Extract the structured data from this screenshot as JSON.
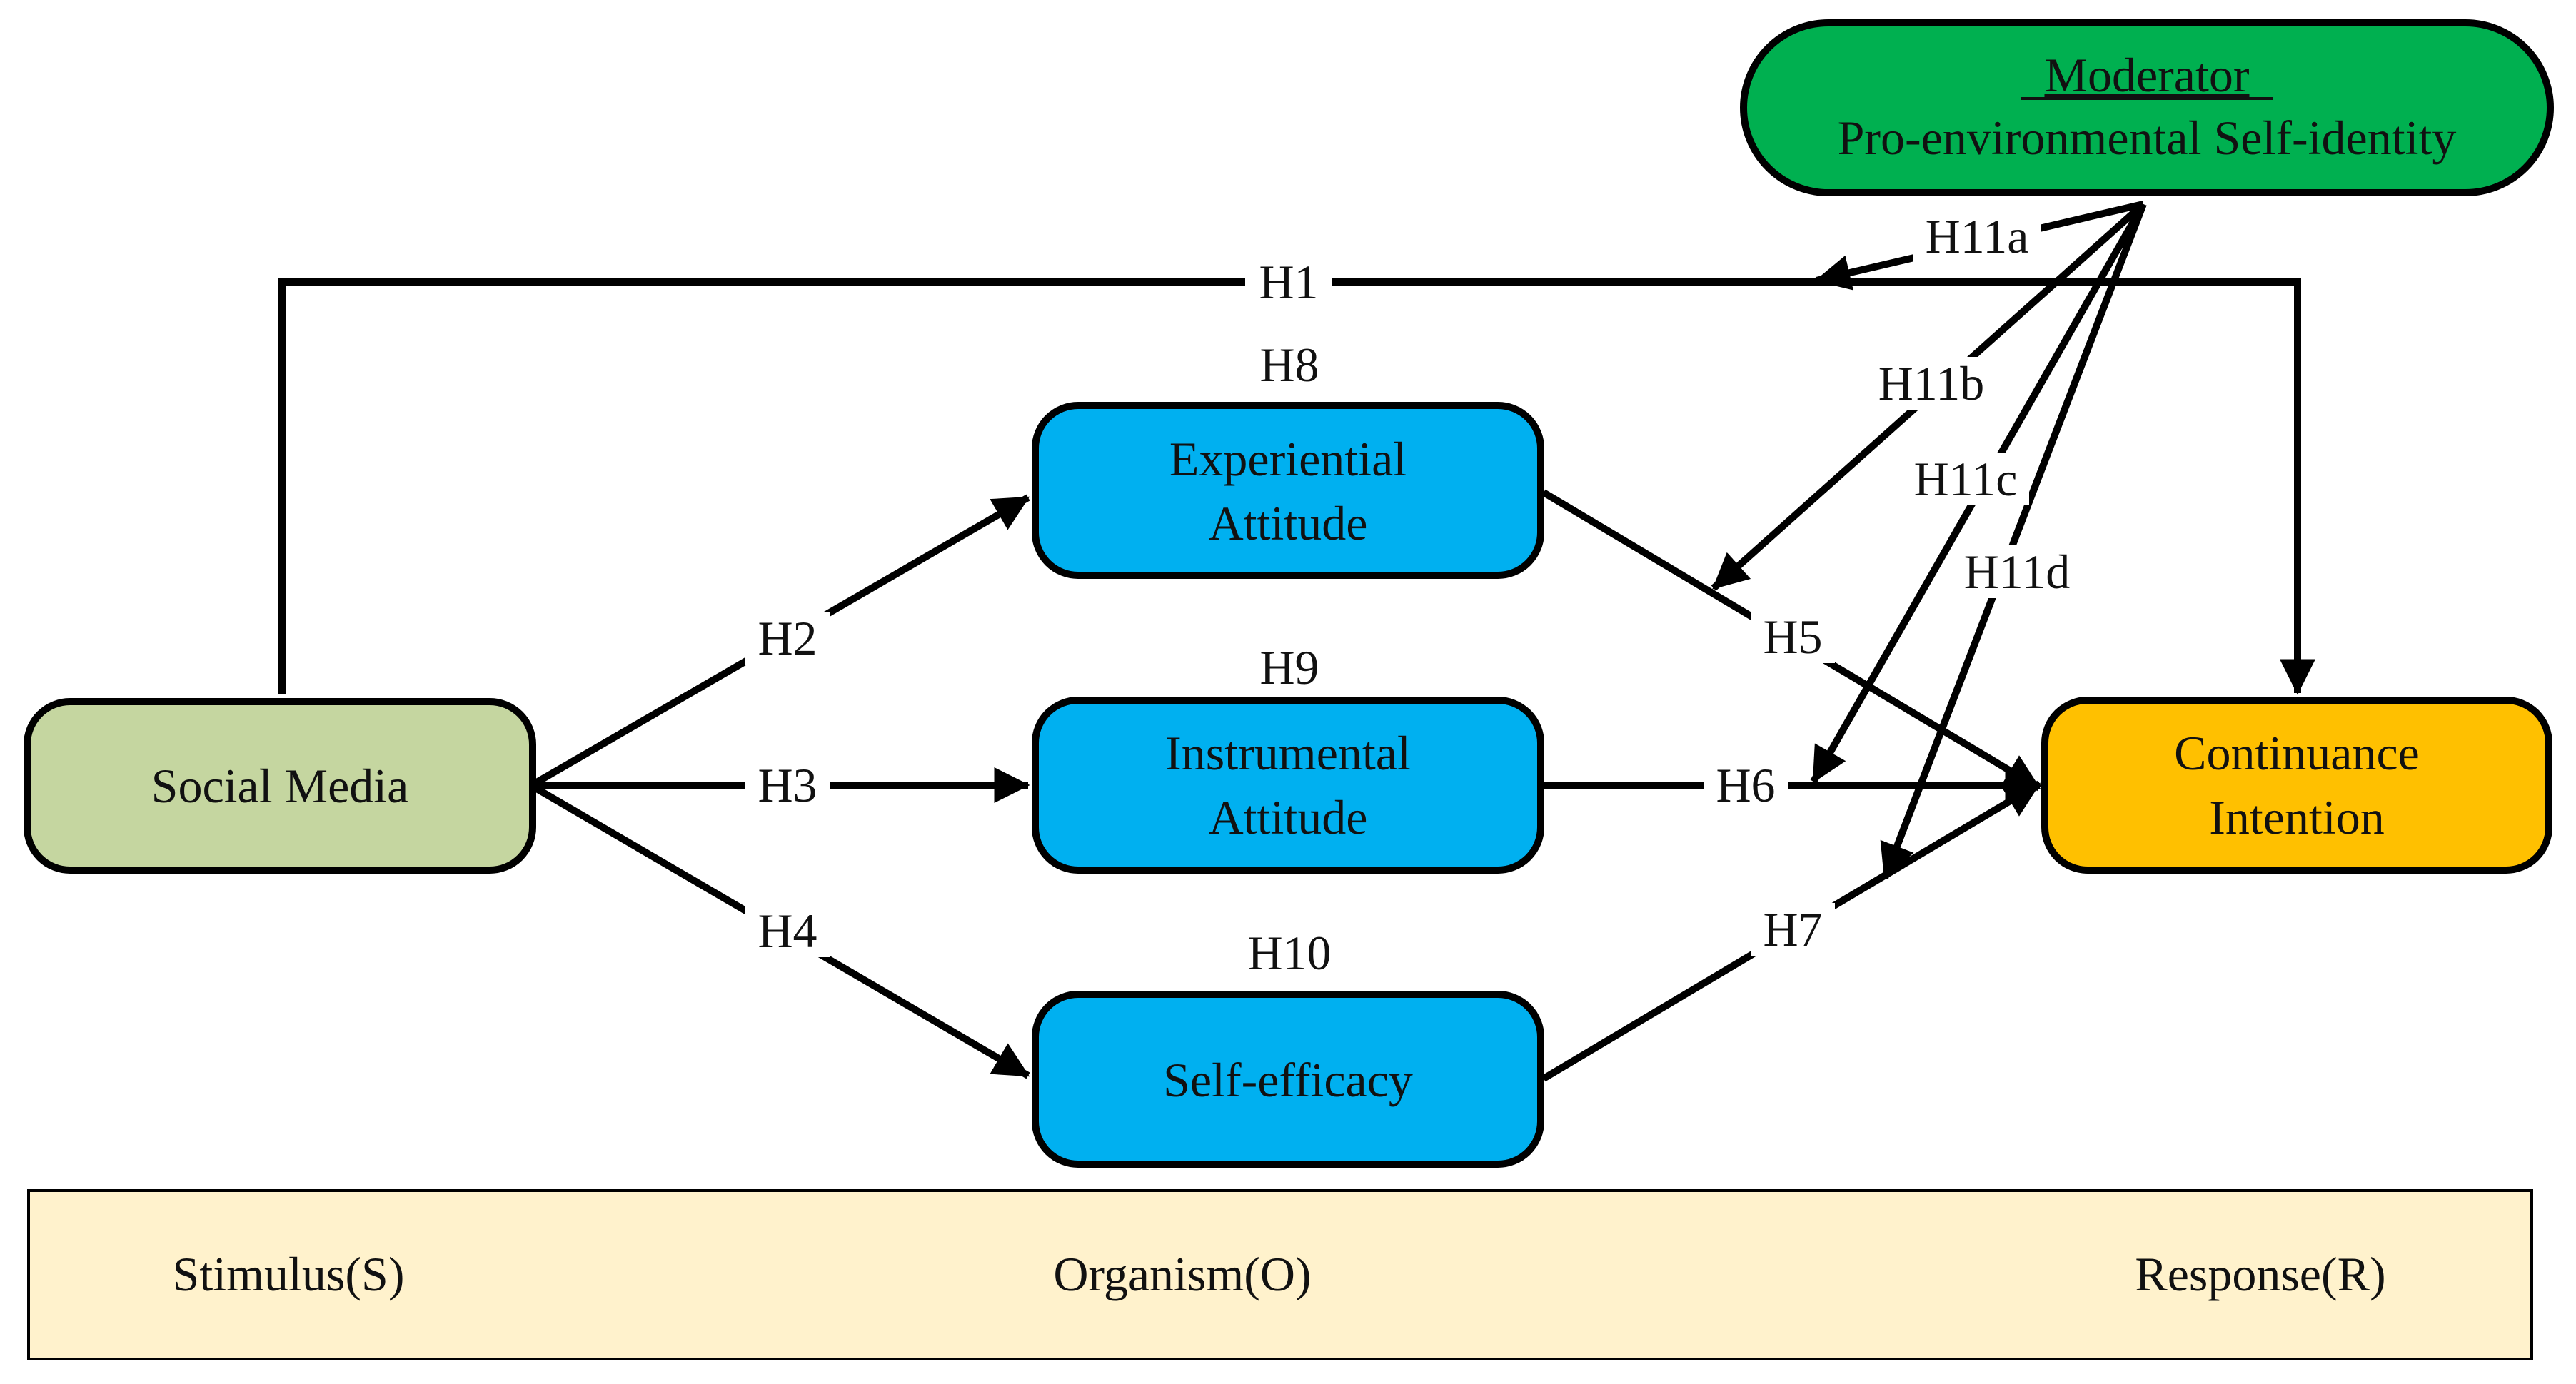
{
  "colors": {
    "stimulus_fill": "#c5d6a0",
    "organism_fill": "#00b0f0",
    "response_fill": "#ffc000",
    "moderator_fill": "#00b050",
    "band_fill": "#fff2cc",
    "line": "#000000"
  },
  "nodes": {
    "moderator": {
      "title": "Moderator",
      "label": "Pro-environmental Self-identity"
    },
    "social_media": {
      "label": "Social Media"
    },
    "experiential_attitude": {
      "line1": "Experiential",
      "line2": "Attitude",
      "hypothesis": "H8"
    },
    "instrumental_attitude": {
      "line1": "Instrumental",
      "line2": "Attitude",
      "hypothesis": "H9"
    },
    "self_efficacy": {
      "label": "Self-efficacy",
      "hypothesis": "H10"
    },
    "continuance_intention": {
      "line1": "Continuance",
      "line2": "Intention"
    }
  },
  "edges": [
    {
      "id": "h1",
      "from": "social_media",
      "to": "continuance_intention",
      "label": "H1"
    },
    {
      "id": "h2",
      "from": "social_media",
      "to": "experiential_attitude",
      "label": "H2"
    },
    {
      "id": "h3",
      "from": "social_media",
      "to": "instrumental_attitude",
      "label": "H3"
    },
    {
      "id": "h4",
      "from": "social_media",
      "to": "self_efficacy",
      "label": "H4"
    },
    {
      "id": "h5",
      "from": "experiential_attitude",
      "to": "continuance_intention",
      "label": "H5"
    },
    {
      "id": "h6",
      "from": "instrumental_attitude",
      "to": "continuance_intention",
      "label": "H6"
    },
    {
      "id": "h7",
      "from": "self_efficacy",
      "to": "continuance_intention",
      "label": "H7"
    },
    {
      "id": "h11a",
      "from": "moderator",
      "to": "h1",
      "label": "H11a"
    },
    {
      "id": "h11b",
      "from": "moderator",
      "to": "h5",
      "label": "H11b"
    },
    {
      "id": "h11c",
      "from": "moderator",
      "to": "h6",
      "label": "H11c"
    },
    {
      "id": "h11d",
      "from": "moderator",
      "to": "h7",
      "label": "H11d"
    }
  ],
  "band": {
    "stimulus": "Stimulus(S)",
    "organism": "Organism(O)",
    "response": "Response(R)"
  }
}
